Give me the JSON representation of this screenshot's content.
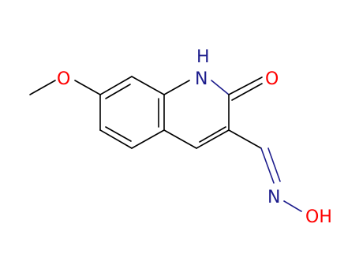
{
  "molecule": {
    "atoms": {
      "methoxy_o": "O",
      "ring_nh": "N",
      "nh_h": "H",
      "carbonyl_o": "O",
      "oxime_n": "N",
      "hydroxyl": "OH"
    },
    "colors": {
      "bond": "#000000",
      "oxygen": "#ff0000",
      "nitrogen": "#1c1c8c",
      "hydroxyl_o": "#ff0000",
      "hydroxyl_h": "#1c1c8c"
    }
  }
}
